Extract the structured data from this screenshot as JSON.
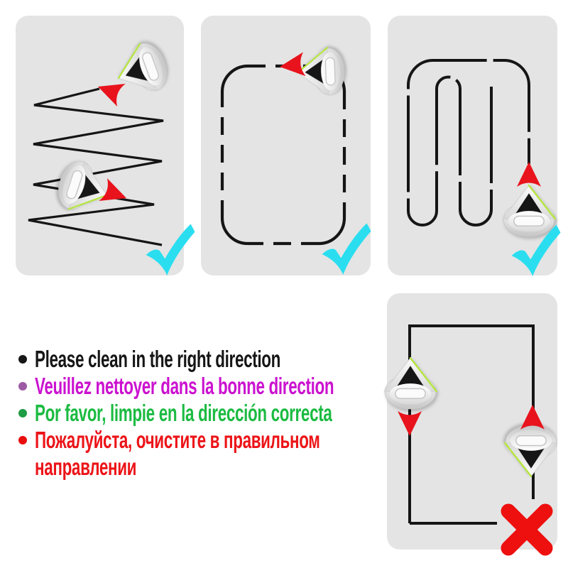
{
  "instructions": {
    "items": [
      {
        "text": "Please clean in the right direction",
        "text_color": "#161616",
        "bullet_color": "#161616"
      },
      {
        "text": "Veuillez nettoyer dans la bonne direction",
        "text_color": "#cb11d0",
        "bullet_color": "#9c5aa5"
      },
      {
        "text": "Por favor, limpie en la dirección correcta",
        "text_color": "#1cbb42",
        "bullet_color": "#1f9c45"
      },
      {
        "text": "Пожалуйста, очистите в правильном направлении",
        "text_color": "#ec1418",
        "bullet_color": "#e90d0d"
      }
    ]
  },
  "panels": [
    {
      "id": "zigzag",
      "verdict": "correct",
      "verdict_icon": "check-icon"
    },
    {
      "id": "perimeter-loop",
      "verdict": "correct",
      "verdict_icon": "check-icon"
    },
    {
      "id": "serpentine",
      "verdict": "correct",
      "verdict_icon": "check-icon"
    },
    {
      "id": "opposite-directions",
      "verdict": "wrong",
      "verdict_icon": "cross-icon"
    }
  ],
  "colors": {
    "page_bg": "#ffffff",
    "panel_bg": "#e4e4e4",
    "path_line": "#151515",
    "check": "#2adef0",
    "cross": "#ee0f0f",
    "arrow": "#e8131c",
    "device_accent": "#b5e63e"
  }
}
